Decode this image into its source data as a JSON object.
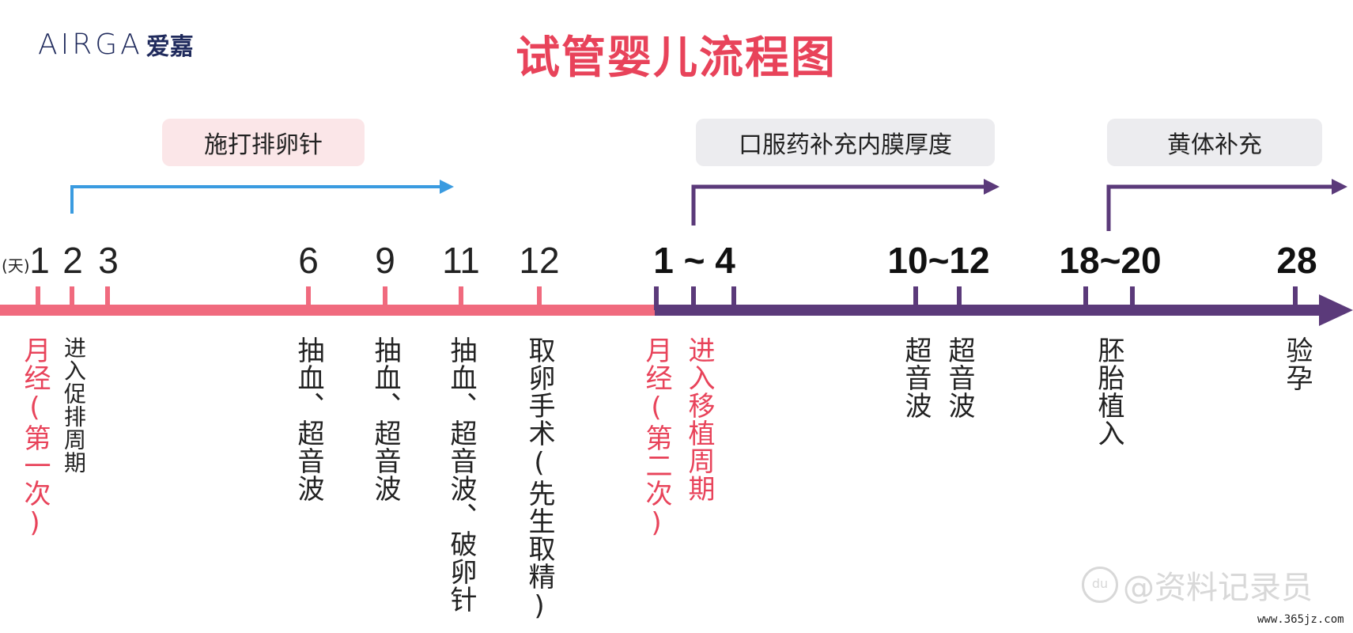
{
  "logo": {
    "text": "AIRGA",
    "cn": "爱嘉"
  },
  "title": "试管婴儿流程图",
  "phases": [
    {
      "label": "施打排卵针"
    },
    {
      "label": "口服药补充内膜厚度"
    },
    {
      "label": "黄体补充"
    }
  ],
  "unit": "(天)",
  "days": [
    "1",
    "2",
    "3",
    "6",
    "9",
    "11",
    "12",
    "1 ~ 4",
    "10~12",
    "18~20",
    "28"
  ],
  "events": [
    {
      "label": "月经(第一次)"
    },
    {
      "label": "进入促排周期"
    },
    {
      "label": "抽血、超音波"
    },
    {
      "label": "抽血、超音波"
    },
    {
      "label": "抽血、超音波、破卵针"
    },
    {
      "label": "取卵手术(先生取精)"
    },
    {
      "label": "月经(第二次)"
    },
    {
      "label": "进入移植周期"
    },
    {
      "label": "超音波"
    },
    {
      "label": "超音波"
    },
    {
      "label": "胚胎植入"
    },
    {
      "label": "验孕"
    }
  ],
  "colors": {
    "pink": "#f06a7e",
    "purple": "#5b3a7a",
    "blue": "#3a9be0",
    "title": "#e8435a"
  },
  "watermark": "@资料记录员",
  "site": "www.365jz.com"
}
